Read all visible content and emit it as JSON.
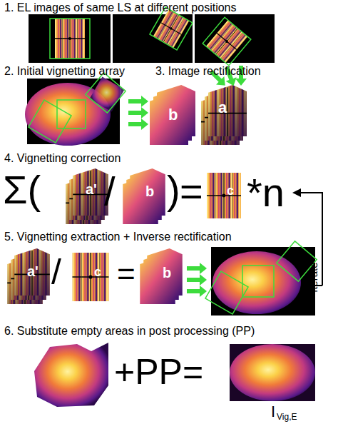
{
  "diagram": {
    "labels": [
      "1. EL images of same LS at different positions",
      "2. Initial vignetting array",
      "3. Image rectification",
      "b",
      "a",
      "4. Vignetting correction",
      "Σ(",
      "a'",
      "/",
      "b",
      ")",
      "=",
      "c",
      "*n",
      "Iterate",
      "5. Vignetting extraction + Inverse rectification",
      "a'",
      "/",
      "c",
      "=",
      "b",
      "6. Substitute empty areas in post processing (PP)",
      "+PP=",
      "I",
      "Vig,E"
    ]
  }
}
